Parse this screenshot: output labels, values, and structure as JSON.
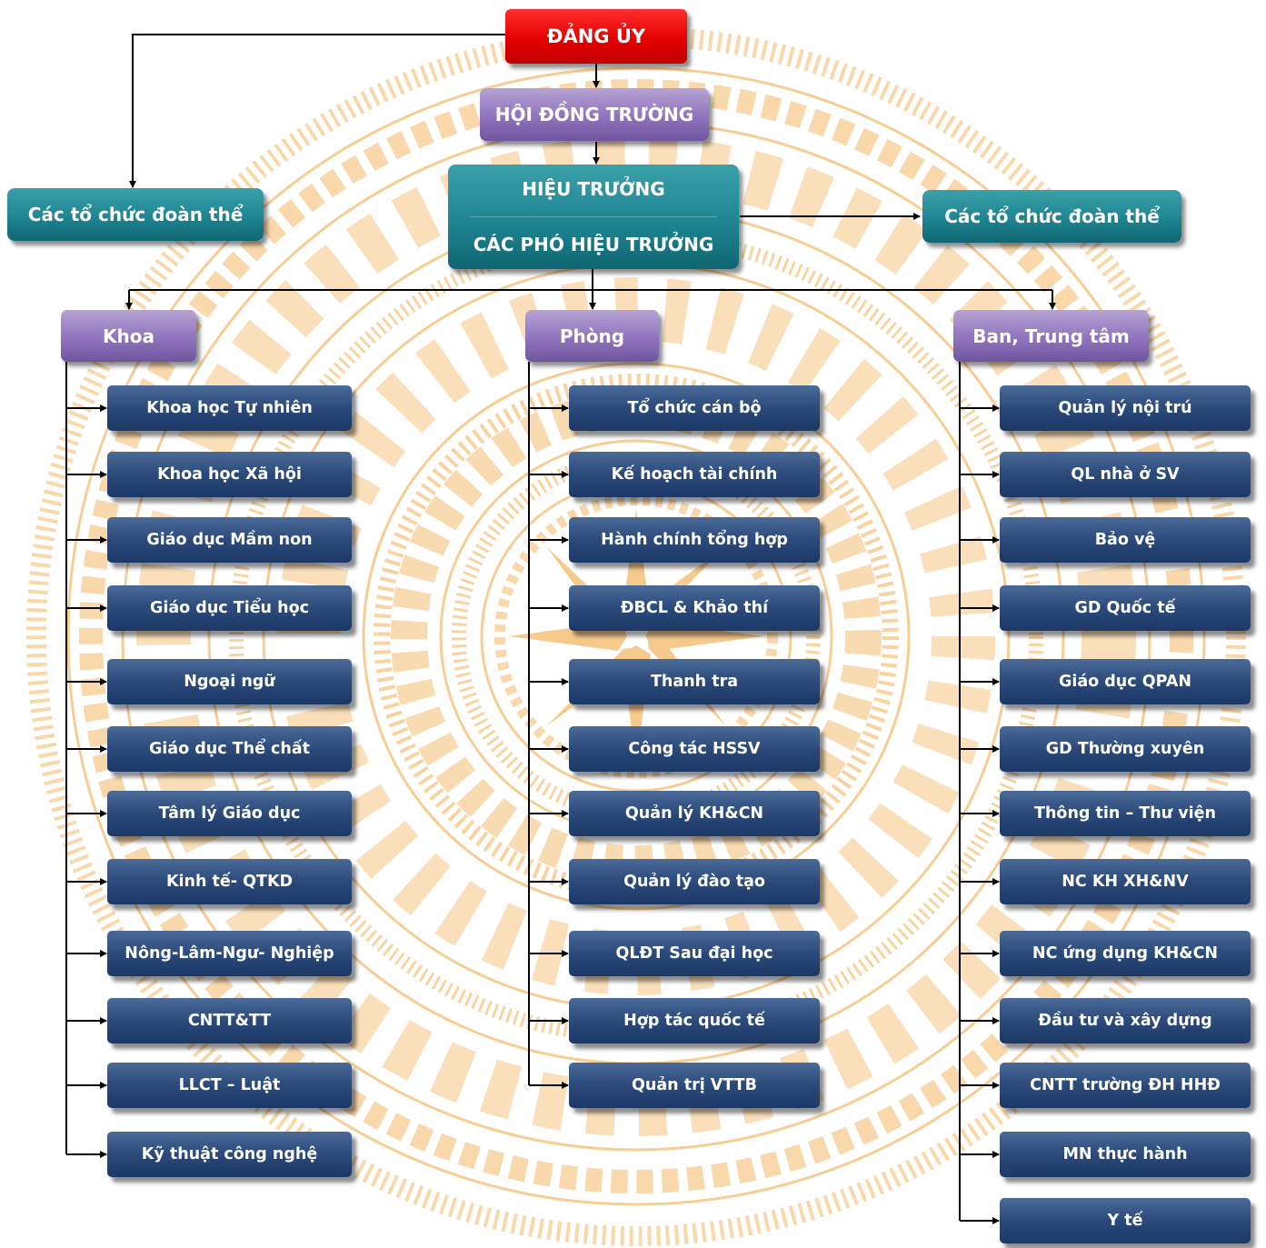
{
  "top": {
    "party_committee": "ĐẢNG ỦY",
    "council": "HỘI ĐỒNG TRƯỜNG"
  },
  "principal": {
    "line1": "HIỆU TRƯỞNG",
    "line2": "CÁC PHÓ HIỆU TRƯỞNG"
  },
  "mass_orgs": {
    "left": "Các tổ chức đoàn thể",
    "right": "Các tổ chức đoàn thể"
  },
  "columns": [
    {
      "header": "Khoa",
      "items": [
        "Khoa học Tự nhiên",
        "Khoa học Xã hội",
        "Giáo dục Mầm non",
        "Giáo dục Tiểu học",
        "Ngoại ngữ",
        "Giáo dục Thể chất",
        "Tâm lý Giáo dục",
        "Kinh tế- QTKD",
        "Nông-Lâm-Ngư- Nghiệp",
        "CNTT&TT",
        "LLCT – Luật",
        "Kỹ thuật công nghệ"
      ]
    },
    {
      "header": "Phòng",
      "items": [
        "Tổ chức cán bộ",
        "Kế hoạch tài chính",
        "Hành chính tổng hợp",
        "ĐBCL & Khảo thí",
        "Thanh tra",
        "Công tác HSSV",
        "Quản lý KH&CN",
        "Quản lý đào tạo",
        "QLĐT Sau đại học",
        "Hợp tác quốc tế",
        "Quản trị VTTB"
      ]
    },
    {
      "header": "Ban,  Trung tâm",
      "items": [
        "Quản lý nội trú",
        "QL nhà ở SV",
        "Bảo vệ",
        "GD Quốc tế",
        "Giáo dục QPAN",
        "GD Thường xuyên",
        "Thông tin – Thư viện",
        "NC KH XH&NV",
        "NC ứng dụng KH&CN",
        "Đầu tư và xây dựng",
        "CNTT trường ĐH HHĐ",
        "MN thực hành",
        "Y tế"
      ]
    }
  ],
  "colors": {
    "party": "#e50000",
    "council": "#8f74bd",
    "principal": "#1f8591",
    "unit_box": "#2b4a7a",
    "drum_pattern": "#f2b25c",
    "connector": "#000000"
  }
}
